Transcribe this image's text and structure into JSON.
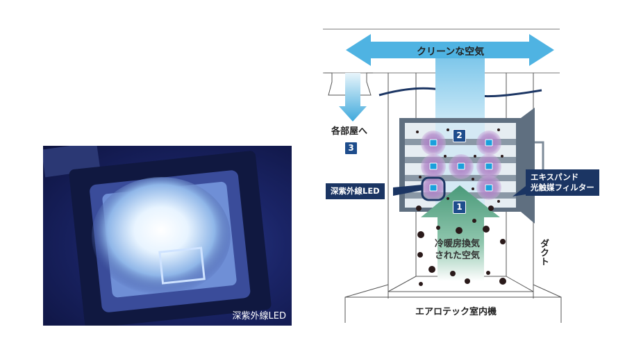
{
  "photo": {
    "caption": "深紫外線LED"
  },
  "diagram": {
    "clean_air": "クリーンな空気",
    "to_rooms": "各部屋へ",
    "badge_1": "1",
    "badge_2": "2",
    "badge_3": "3",
    "led_label": "深紫外線LED",
    "filter_label_line1": "エキスパンド",
    "filter_label_line2": "光触媒フィルター",
    "intake_line1": "冷暖房換気",
    "intake_line2": "された空気",
    "duct": "ダクト",
    "unit": "エアロテック室内機"
  },
  "colors": {
    "air_blue": "#3fa9dc",
    "navy": "#1b3563",
    "green": "#4a9a7a",
    "led_purple": "#a678c0",
    "led_cyan": "#1aa0dc"
  }
}
